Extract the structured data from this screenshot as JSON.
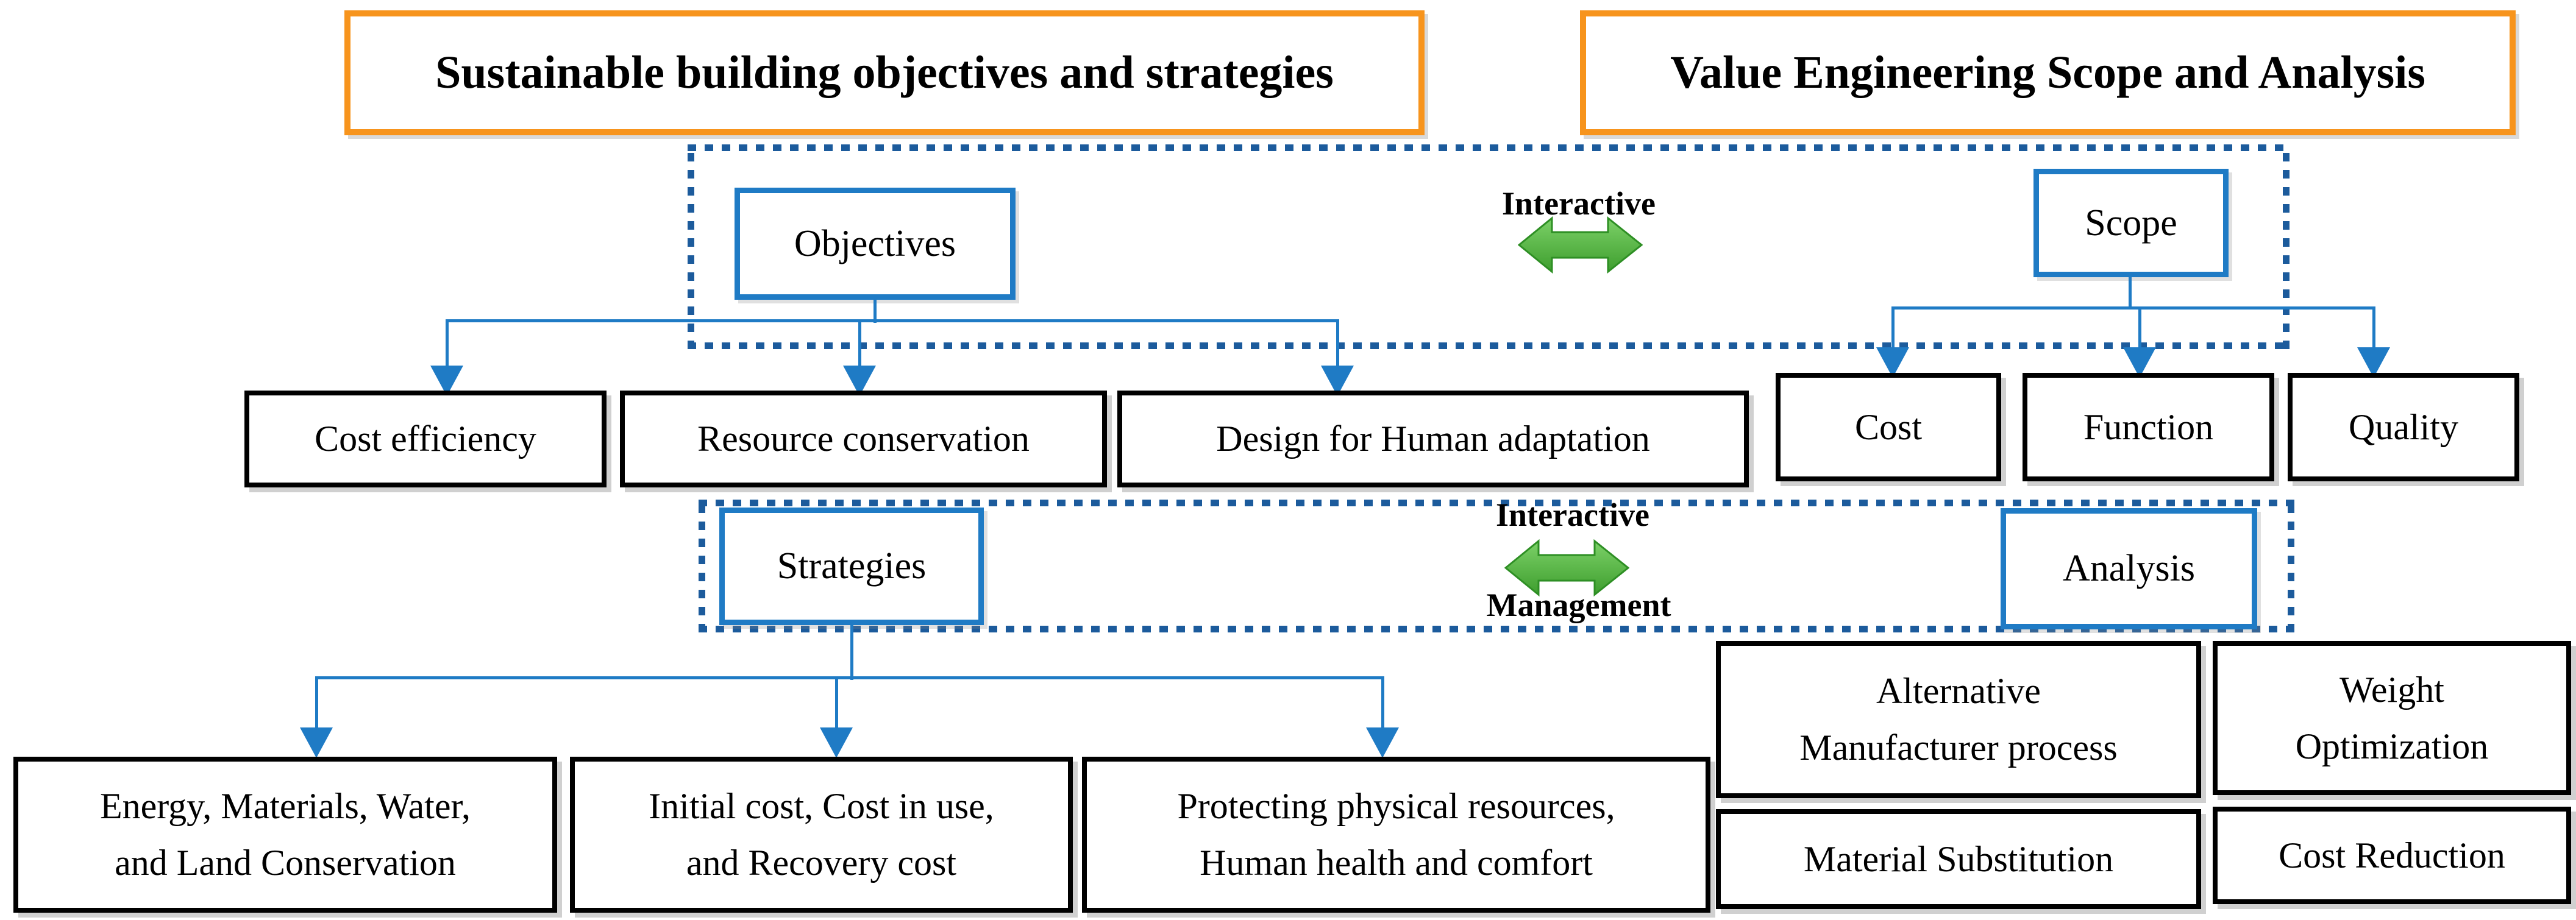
{
  "diagram": {
    "title_left": "Sustainable building objectives and strategies",
    "title_right": "Value Engineering Scope and Analysis",
    "objectives_label": "Objectives",
    "scope_label": "Scope",
    "strategies_label": "Strategies",
    "analysis_label": "Analysis",
    "interactive_top_label": "Interactive",
    "interactive_bottom_label": "Interactive",
    "management_label": "Management",
    "objective_boxes": [
      "Cost efficiency",
      "Resource conservation",
      "Design for Human adaptation"
    ],
    "scope_boxes": [
      "Cost",
      "Function",
      "Quality"
    ],
    "strategy_boxes": [
      [
        "Energy, Materials, Water,",
        "and Land Conservation"
      ],
      [
        "Initial cost, Cost in use,",
        "and Recovery cost"
      ],
      [
        "Protecting physical resources,",
        "Human health and comfort"
      ]
    ],
    "analysis_boxes": [
      [
        "Alternative",
        "Manufacturer process"
      ],
      [
        "Weight",
        "Optimization"
      ],
      [
        "Material Substitution"
      ],
      [
        "Cost Reduction"
      ]
    ],
    "colors": {
      "orange_border": "#F7941D",
      "blue_solid": "#1F7BC5",
      "blue_dotted": "#1C5B9C",
      "green_arrow": "#47A63B",
      "black_border": "#000000"
    }
  }
}
